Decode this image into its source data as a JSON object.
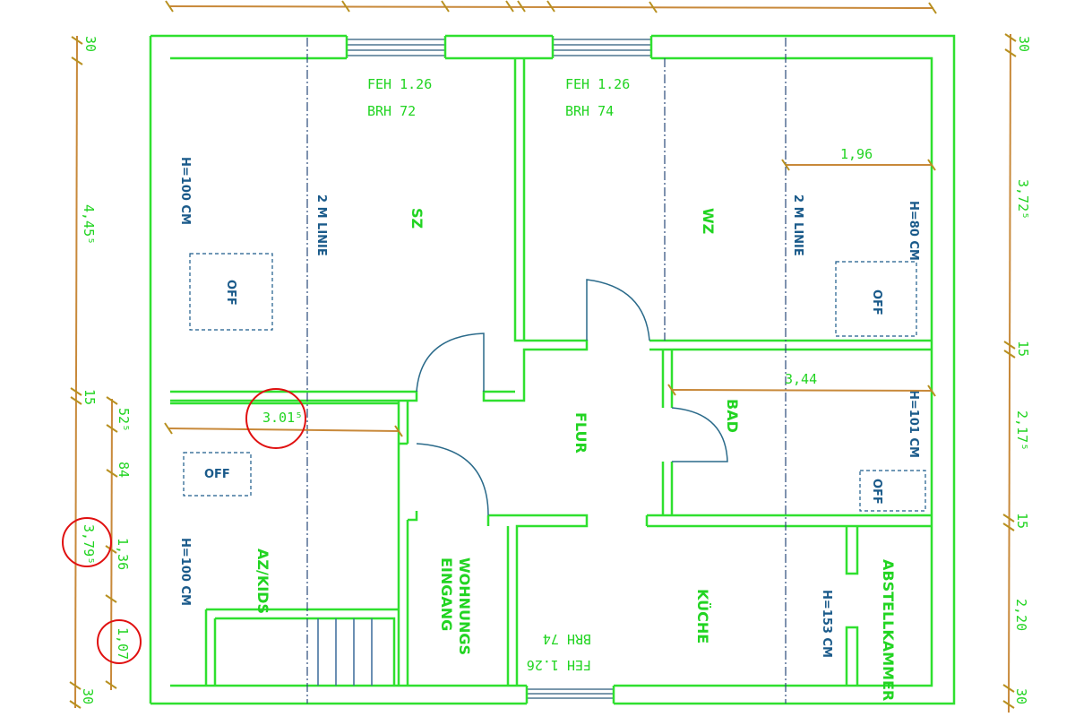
{
  "rooms": {
    "sz": "SZ",
    "wz": "WZ",
    "flur": "FLUR",
    "bad": "BAD",
    "az_kids": "AZ/KIDS",
    "eingang_1": "WOHNUNGS",
    "eingang_2": "EINGANG",
    "kueche": "KÜCHE",
    "abstellkammer": "ABSTELLKAMMER"
  },
  "windows": {
    "sz_feh": "FEH 1.26",
    "sz_brh": "BRH 72",
    "wz_feh": "FEH 1.26",
    "wz_brh": "BRH 74",
    "kueche_feh": "FEH 1.26",
    "kueche_brh": "BRH 74"
  },
  "notes": {
    "sz_height": "H=100 CM",
    "sz_line": "2 M LINIE",
    "sz_off": "OFF",
    "wz_height": "H=80 CM",
    "wz_line": "2 M LINIE",
    "wz_off": "OFF",
    "bad_height": "H=101 CM",
    "bad_off": "OFF",
    "az_height": "H=100 CM",
    "az_off": "OFF",
    "abst_height": "H=153 CM"
  },
  "dimensions": {
    "wz_196": "1,96",
    "bad_344": "3,44",
    "az_301": "3.01⁵",
    "left": [
      "30",
      "4,45⁵",
      "15",
      "3,79⁵",
      "30"
    ],
    "left_inner": [
      "52⁵",
      "84",
      "1,36",
      "1,07"
    ],
    "right": [
      "30",
      "3,72⁵",
      "15",
      "2,17⁵",
      "15",
      "2,20",
      "30"
    ]
  },
  "colors": {
    "wall": "#2fe02f",
    "dimension": "#c8893a",
    "annotation": "#1a5a8a",
    "highlight": "#e01010"
  }
}
